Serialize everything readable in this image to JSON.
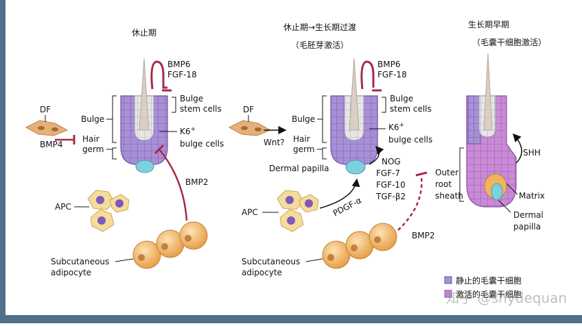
{
  "colors": {
    "border": "#4f6f8c",
    "stem_cell": "#a98fd6",
    "stem_cell_stroke": "#6a4fa0",
    "activated_cell": "#c98ad6",
    "hair_shaft": "#d9cfc3",
    "dermal_papilla": "#7fd0df",
    "inhibit": "#a8264a",
    "adipocyte": "#f2b25e",
    "apc": "#f6dc9a",
    "apc_nucleus": "#7c5bbb",
    "df": "#e6b178"
  },
  "panels": [
    {
      "title": "休止期",
      "subtitle": "",
      "labels": {
        "signal_top_1": "BMP6",
        "signal_top_2": "FGF-18",
        "bulge_stem_1": "Bulge",
        "bulge_stem_2": "stem cells",
        "k6_main": "K6",
        "k6_sup": "+",
        "k6_line2": "bulge cells",
        "bulge": "Bulge",
        "hair": "Hair",
        "germ": "germ",
        "df": "DF",
        "bmp4": "BMP4",
        "bmp2": "BMP2",
        "apc": "APC",
        "adipocyte_1": "Subcutaneous",
        "adipocyte_2": "adipocyte"
      }
    },
    {
      "title": "休止期→生长期过渡",
      "subtitle": "（毛胚芽激活）",
      "labels": {
        "signal_top_1": "BMP6",
        "signal_top_2": "FGF-18",
        "bulge_stem_1": "Bulge",
        "bulge_stem_2": "stem cells",
        "k6_main": "K6",
        "k6_sup": "+",
        "k6_line2": "bulge cells",
        "bulge": "Bulge",
        "hair": "Hair",
        "germ": "germ",
        "df": "DF",
        "wnt": "Wnt?",
        "dermal_papilla": "Dermal papilla",
        "factors": [
          "NOG",
          "FGF-7",
          "FGF-10",
          "TGF-β2"
        ],
        "pdgf": "PDGF-α",
        "bmp2": "BMP2",
        "apc": "APC",
        "adipocyte_1": "Subcutaneous",
        "adipocyte_2": "adipocyte"
      }
    },
    {
      "title": "生长期早期",
      "subtitle": "（毛囊干细胞激活）",
      "labels": {
        "shh": "SHH",
        "outer_1": "Outer",
        "outer_2": "root",
        "outer_3": "sheath",
        "matrix": "Matrix",
        "dp_1": "Dermal",
        "dp_2": "papilla"
      }
    }
  ],
  "legend": {
    "quiescent": "静止的毛囊干细胞",
    "activated": "激活的毛囊干细胞"
  },
  "watermark": "知乎 @shydequan"
}
